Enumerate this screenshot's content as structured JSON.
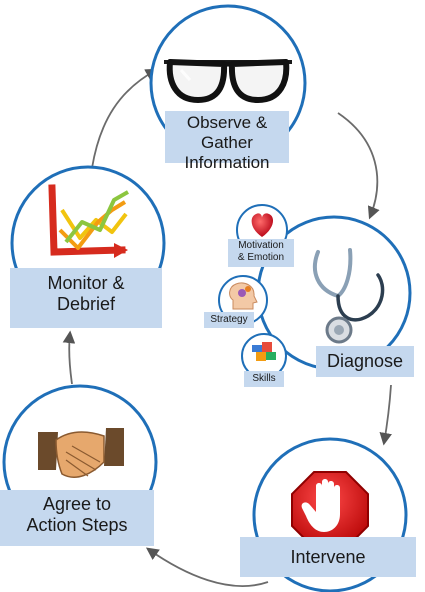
{
  "stages": {
    "observe": {
      "line1": "Observe & Gather",
      "line2": "Information",
      "icon": "glasses-icon"
    },
    "diagnose": {
      "label": "Diagnose",
      "icon": "stethoscope-icon"
    },
    "intervene": {
      "label": "Intervene",
      "icon": "stop-hand-icon"
    },
    "agree": {
      "line1": "Agree to",
      "line2": "Action Steps",
      "icon": "handshake-icon"
    },
    "monitor": {
      "line1": "Monitor &",
      "line2": "Debrief",
      "icon": "line-chart-icon"
    }
  },
  "sub_factors": {
    "motivation": {
      "line1": "Motivation",
      "line2": "& Emotion",
      "icon": "heart-icon"
    },
    "strategy": {
      "label": "Strategy",
      "icon": "gears-head-icon"
    },
    "skills": {
      "label": "Skills",
      "icon": "puzzle-icon"
    }
  },
  "colors": {
    "ring": "#1f6fb8",
    "label_bg": "#c5d8ee",
    "arrow": "#6b6b6b"
  }
}
